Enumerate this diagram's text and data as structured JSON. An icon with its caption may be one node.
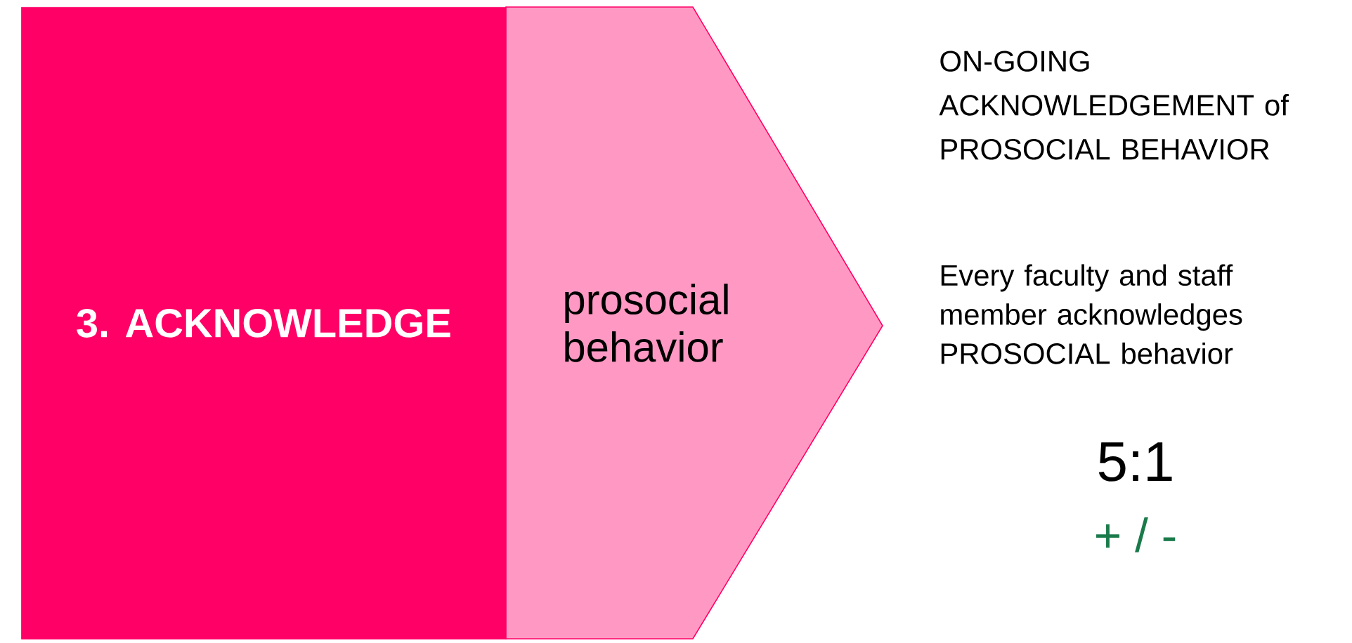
{
  "diagram": {
    "nodes": [
      {
        "text": [
          "3. ACKNOWLEDGE"
        ]
      },
      {
        "text": [
          "prosocial behavior"
        ]
      }
    ],
    "labels": [
      "ON-GOING ACKNOWLEDGEMENT of PROSOCIAL BEHAVIOR",
      "Every faculty and staff member acknowledges PROSOCIAL behavior",
      "5:1",
      "+ / -"
    ]
  }
}
